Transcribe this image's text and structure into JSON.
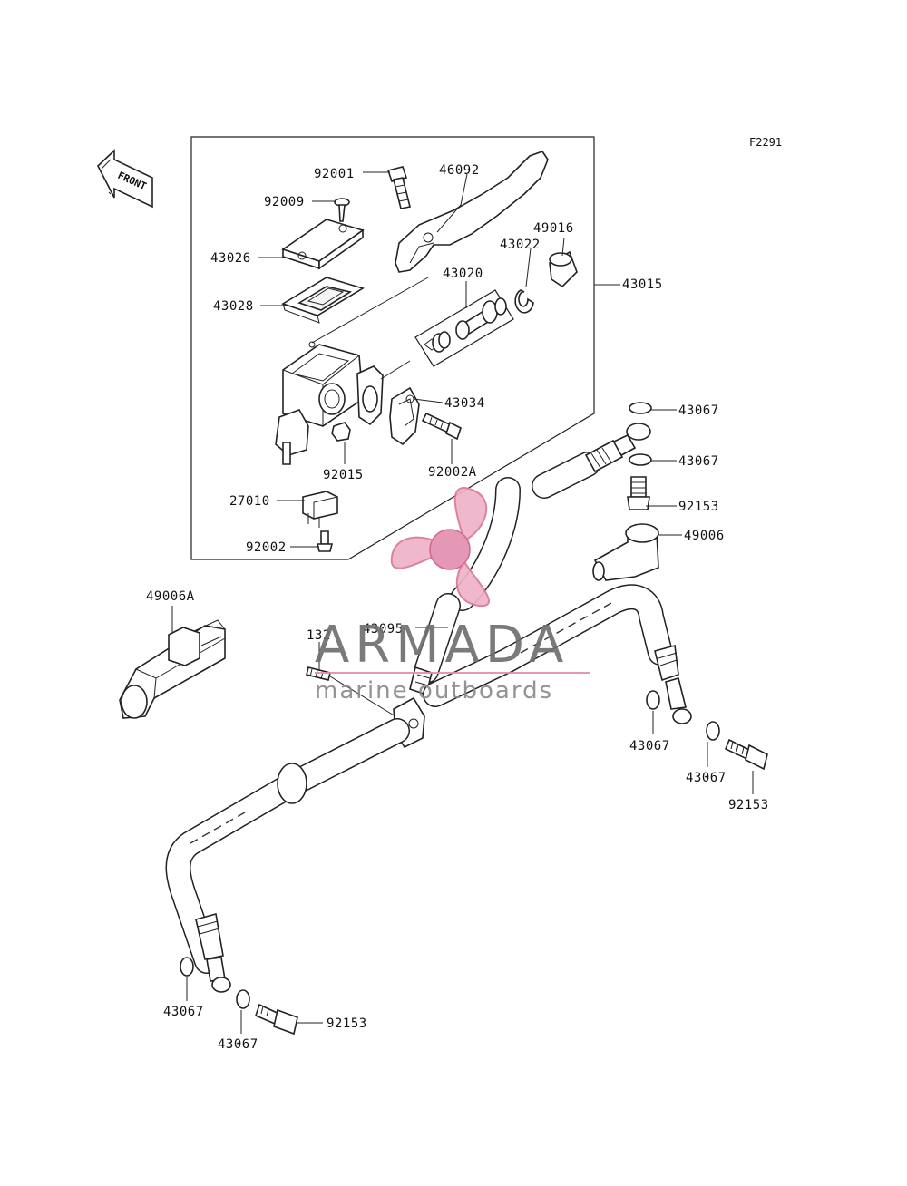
{
  "figure_code": "F2291",
  "front_label": "FRONT",
  "watermark": {
    "brand": "ARMADA",
    "tagline": "marine outboards",
    "accent_color": "#e38fb0",
    "text_color": "#707070"
  },
  "part_labels": {
    "p92001": "92001",
    "p46092": "46092",
    "p92009": "92009",
    "p43026": "43026",
    "p43022": "43022",
    "p49016": "49016",
    "p43020": "43020",
    "p43028": "43028",
    "p43015": "43015",
    "p43034": "43034",
    "p92015": "92015",
    "p92002A": "92002A",
    "p27010": "27010",
    "p92002": "92002",
    "p43067_a": "43067",
    "p43067_b": "43067",
    "p92153_a": "92153",
    "p49006": "49006",
    "p49006A": "49006A",
    "p132": "132",
    "p43095": "43095",
    "p43067_c": "43067",
    "p43067_d": "43067",
    "p92153_b": "92153",
    "p43067_e": "43067",
    "p43067_f": "43067",
    "p92153_c": "92153"
  }
}
